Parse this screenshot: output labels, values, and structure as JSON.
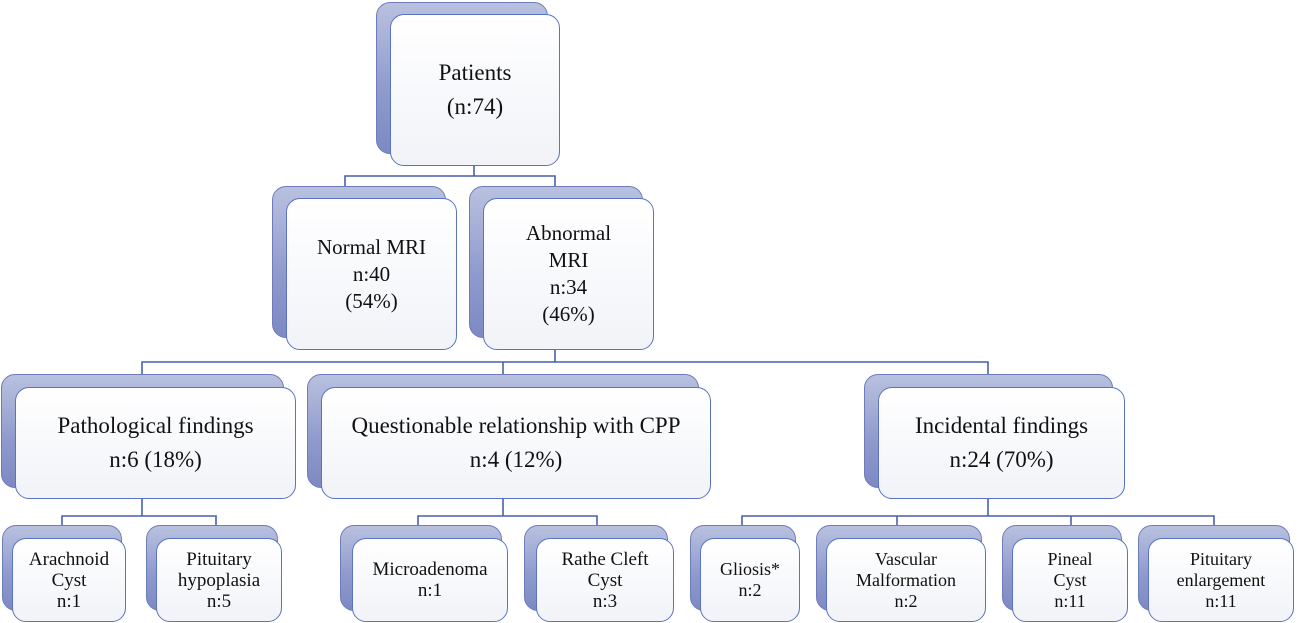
{
  "root": {
    "lines": [
      "Patients",
      "(n:74)"
    ]
  },
  "normal": {
    "lines": [
      "Normal MRI",
      "n:40",
      "(54%)"
    ]
  },
  "abnormal": {
    "lines": [
      "Abnormal",
      "MRI",
      "n:34",
      "(46%)"
    ]
  },
  "pathological": {
    "lines": [
      "Pathological findings",
      "n:6 (18%)"
    ]
  },
  "questionable": {
    "lines": [
      "Questionable relationship with CPP",
      "n:4 (12%)"
    ]
  },
  "incidental": {
    "lines": [
      "Incidental findings",
      "n:24 (70%)"
    ]
  },
  "arachnoid": {
    "lines": [
      "Arachnoid",
      "Cyst",
      "n:1"
    ]
  },
  "hypoplasia": {
    "lines": [
      "Pituitary",
      "hypoplasia",
      "n:5"
    ]
  },
  "microadenoma": {
    "lines": [
      "Microadenoma",
      "n:1"
    ]
  },
  "rathke": {
    "lines": [
      "Rathe Cleft",
      "Cyst",
      "n:3"
    ]
  },
  "gliosis": {
    "lines": [
      "Gliosis*",
      "n:2"
    ]
  },
  "vascular": {
    "lines": [
      "Vascular",
      "Malformation",
      "n:2"
    ]
  },
  "pineal": {
    "lines": [
      "Pineal",
      "Cyst",
      "n:11"
    ]
  },
  "enlargement": {
    "lines": [
      "Pituitary",
      "enlargement",
      "n:11"
    ]
  },
  "colors": {
    "connector": "#4a5fae",
    "card_border": "#5b73c4",
    "shadow": "#8e99cc"
  }
}
